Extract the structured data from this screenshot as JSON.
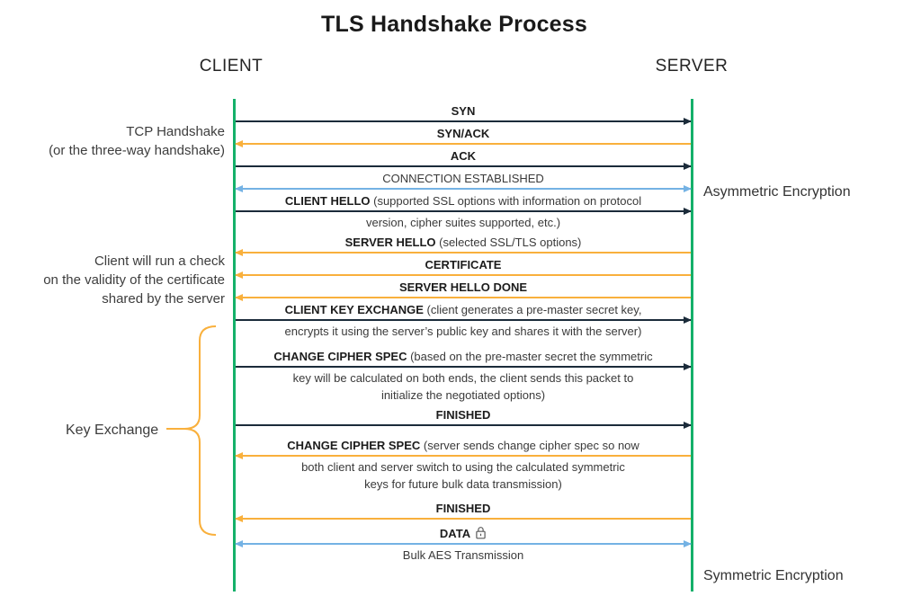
{
  "title": "TLS Handshake Process",
  "actors": {
    "client": "CLIENT",
    "server": "SERVER"
  },
  "colors": {
    "lifeline": "#14b06a",
    "dark": "#1b2b3a",
    "orange": "#f9b03c",
    "blue": "#74b2e4",
    "lock": "#595959"
  },
  "messages": [
    {
      "bold": "SYN",
      "rest": "",
      "dir": "right",
      "color": "dark",
      "below": []
    },
    {
      "bold": "SYN/ACK",
      "rest": "",
      "dir": "left",
      "color": "orange",
      "below": []
    },
    {
      "bold": "ACK",
      "rest": "",
      "dir": "right",
      "color": "dark",
      "below": []
    },
    {
      "bold": "",
      "rest": "CONNECTION ESTABLISHED",
      "dir": "both",
      "color": "blue",
      "below": []
    },
    {
      "bold": "CLIENT HELLO",
      "rest": " (supported SSL options with information on protocol",
      "dir": "right",
      "color": "dark",
      "below": [
        "version, cipher suites supported, etc.)"
      ]
    },
    {
      "bold": "SERVER HELLO",
      "rest": " (selected SSL/TLS options)",
      "dir": "left",
      "color": "orange",
      "below": []
    },
    {
      "bold": "CERTIFICATE",
      "rest": "",
      "dir": "left",
      "color": "orange",
      "below": []
    },
    {
      "bold": "SERVER HELLO DONE",
      "rest": "",
      "dir": "left",
      "color": "orange",
      "below": []
    },
    {
      "bold": "CLIENT KEY EXCHANGE",
      "rest": " (client generates a pre-master secret key,",
      "dir": "right",
      "color": "dark",
      "below": [
        "encrypts it using the server’s public key and shares it with the server)"
      ]
    },
    {
      "bold": "CHANGE CIPHER SPEC",
      "rest": " (based on the pre-master secret the symmetric",
      "dir": "right",
      "color": "dark",
      "below": [
        "key will be calculated on both ends, the client sends this packet to",
        "initialize the negotiated options)"
      ]
    },
    {
      "bold": "FINISHED",
      "rest": "",
      "dir": "right",
      "color": "dark",
      "below": []
    },
    {
      "bold": "CHANGE CIPHER SPEC",
      "rest": " (server sends change cipher spec so now",
      "dir": "left",
      "color": "orange",
      "below": [
        "both client and server switch to using the calculated symmetric",
        "keys for future bulk data transmission)"
      ]
    },
    {
      "bold": "FINISHED",
      "rest": "",
      "dir": "left",
      "color": "orange",
      "below": []
    },
    {
      "bold": "DATA",
      "rest": "",
      "lock": true,
      "dir": "both",
      "color": "blue",
      "below": [
        "Bulk AES Transmission"
      ]
    }
  ],
  "annotations": {
    "tcp": {
      "line1": "TCP Handshake",
      "line2": "(or the three-way handshake)"
    },
    "certificate_check": {
      "line1": "Client will run a check",
      "line2": "on the validity of the certificate",
      "line3": "shared by the server"
    },
    "key_exchange": "Key Exchange",
    "asymmetric": "Asymmetric Encryption",
    "symmetric": "Symmetric Encryption"
  }
}
